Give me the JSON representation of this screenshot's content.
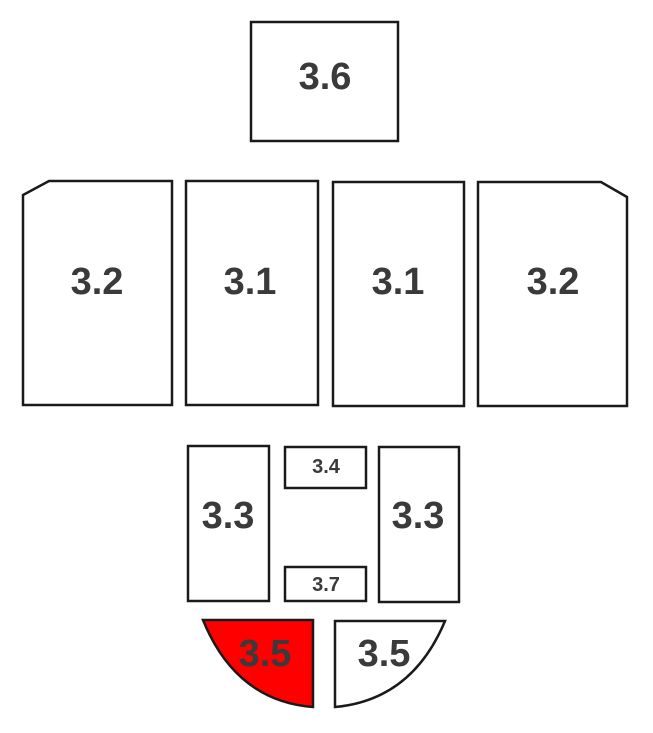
{
  "colors": {
    "selected_fill": "#ff0000",
    "default_fill": "#ffffff",
    "outline": "#1a1a1a",
    "label": "#3a3a3a"
  },
  "parts": {
    "top_center": {
      "label": "3.6"
    },
    "outer_left": {
      "label": "3.2"
    },
    "inner_left": {
      "label": "3.1"
    },
    "inner_right": {
      "label": "3.1"
    },
    "outer_right": {
      "label": "3.2"
    },
    "side_left": {
      "label": "3.3"
    },
    "small_top": {
      "label": "3.4"
    },
    "small_bottom": {
      "label": "3.7"
    },
    "side_right": {
      "label": "3.3"
    },
    "bottom_left": {
      "label": "3.5",
      "selected": true
    },
    "bottom_right": {
      "label": "3.5",
      "selected": false
    }
  }
}
